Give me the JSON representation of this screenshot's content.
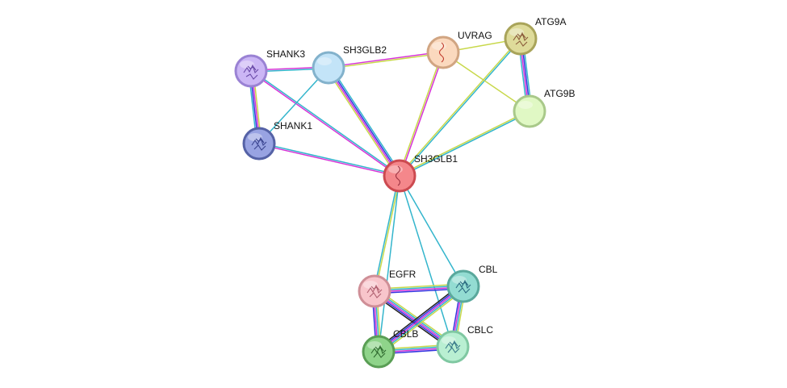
{
  "network": {
    "nodes": [
      {
        "id": "SH3GLB1",
        "label": "SH3GLB1",
        "fill": "#f4878b",
        "stroke": "#cc4a50",
        "glyph": "#9a3040"
      },
      {
        "id": "SHANK3",
        "label": "SHANK3",
        "fill": "#cbb6f5",
        "stroke": "#9a82d4",
        "glyph": "#6a4aa8"
      },
      {
        "id": "SH3GLB2",
        "label": "SH3GLB2",
        "fill": "#c3e4f8",
        "stroke": "#83b2cc",
        "glyph": ""
      },
      {
        "id": "UVRAG",
        "label": "UVRAG",
        "fill": "#fbd9be",
        "stroke": "#d1a582",
        "glyph": "#c0392b"
      },
      {
        "id": "ATG9A",
        "label": "ATG9A",
        "fill": "#dedb9a",
        "stroke": "#a9a45a",
        "glyph": "#8a5a3a"
      },
      {
        "id": "ATG9B",
        "label": "ATG9B",
        "fill": "#e0f8c4",
        "stroke": "#a9c98a",
        "glyph": ""
      },
      {
        "id": "SHANK1",
        "label": "SHANK1",
        "fill": "#98a3e2",
        "stroke": "#5562a6",
        "glyph": "#3a4490"
      },
      {
        "id": "EGFR",
        "label": "EGFR",
        "fill": "#f8c5cb",
        "stroke": "#cf8f97",
        "glyph": "#b06070"
      },
      {
        "id": "CBL",
        "label": "CBL",
        "fill": "#93dcd2",
        "stroke": "#5aa89c",
        "glyph": "#2a6a80"
      },
      {
        "id": "CBLB",
        "label": "CBLB",
        "fill": "#8fd48a",
        "stroke": "#5a9e55",
        "glyph": "#2f6a2f"
      },
      {
        "id": "CBLC",
        "label": "CBLC",
        "fill": "#b9efd2",
        "stroke": "#80c8a2",
        "glyph": "#3a7a8a"
      }
    ],
    "edges": [
      {
        "source": "SH3GLB1",
        "target": "SHANK3",
        "colors": [
          "#d633d6",
          "#33b5cc"
        ]
      },
      {
        "source": "SH3GLB1",
        "target": "SHANK1",
        "colors": [
          "#d633d6",
          "#33b5cc"
        ]
      },
      {
        "source": "SH3GLB1",
        "target": "SH3GLB2",
        "colors": [
          "#c8d84a",
          "#d633d6",
          "#3333e0",
          "#33b5cc"
        ]
      },
      {
        "source": "SH3GLB1",
        "target": "UVRAG",
        "colors": [
          "#c8d84a",
          "#d633d6"
        ]
      },
      {
        "source": "SH3GLB1",
        "target": "ATG9A",
        "colors": [
          "#c8d84a",
          "#33b5cc"
        ]
      },
      {
        "source": "SH3GLB1",
        "target": "ATG9B",
        "colors": [
          "#c8d84a",
          "#33b5cc"
        ]
      },
      {
        "source": "SH3GLB1",
        "target": "EGFR",
        "colors": [
          "#c8d84a",
          "#33b5cc"
        ]
      },
      {
        "source": "SH3GLB1",
        "target": "CBL",
        "colors": [
          "#33b5cc"
        ]
      },
      {
        "source": "SH3GLB1",
        "target": "CBLB",
        "colors": [
          "#33b5cc"
        ]
      },
      {
        "source": "SH3GLB1",
        "target": "CBLC",
        "colors": [
          "#33b5cc"
        ]
      },
      {
        "source": "SHANK3",
        "target": "SH3GLB2",
        "colors": [
          "#d633d6",
          "#33b5cc"
        ]
      },
      {
        "source": "SHANK3",
        "target": "SHANK1",
        "colors": [
          "#c8d84a",
          "#d633d6",
          "#3333e0",
          "#33b5cc"
        ]
      },
      {
        "source": "SH3GLB2",
        "target": "SHANK1",
        "colors": [
          "#33b5cc"
        ]
      },
      {
        "source": "SH3GLB2",
        "target": "UVRAG",
        "colors": [
          "#d633d6",
          "#c8d84a"
        ]
      },
      {
        "source": "UVRAG",
        "target": "ATG9A",
        "colors": [
          "#c8d84a"
        ]
      },
      {
        "source": "UVRAG",
        "target": "ATG9B",
        "colors": [
          "#c8d84a"
        ]
      },
      {
        "source": "ATG9A",
        "target": "ATG9B",
        "colors": [
          "#33b5cc",
          "#3333e0",
          "#d633d6",
          "#33b5cc"
        ]
      },
      {
        "source": "EGFR",
        "target": "CBL",
        "colors": [
          "#c8d84a",
          "#33b5cc",
          "#d633d6",
          "#3333e0"
        ]
      },
      {
        "source": "EGFR",
        "target": "CBLB",
        "colors": [
          "#c8d84a",
          "#33b5cc",
          "#d633d6",
          "#3333e0"
        ]
      },
      {
        "source": "EGFR",
        "target": "CBLC",
        "colors": [
          "#c8d84a",
          "#33b5cc",
          "#d633d6",
          "#3333e0",
          "#222222"
        ]
      },
      {
        "source": "CBL",
        "target": "CBLB",
        "colors": [
          "#c8d84a",
          "#33b5cc",
          "#d633d6",
          "#3333e0",
          "#222222"
        ]
      },
      {
        "source": "CBL",
        "target": "CBLC",
        "colors": [
          "#c8d84a",
          "#33b5cc",
          "#d633d6",
          "#3333e0"
        ]
      },
      {
        "source": "CBLB",
        "target": "CBLC",
        "colors": [
          "#c8d84a",
          "#33b5cc",
          "#d633d6",
          "#3333e0"
        ]
      }
    ]
  }
}
